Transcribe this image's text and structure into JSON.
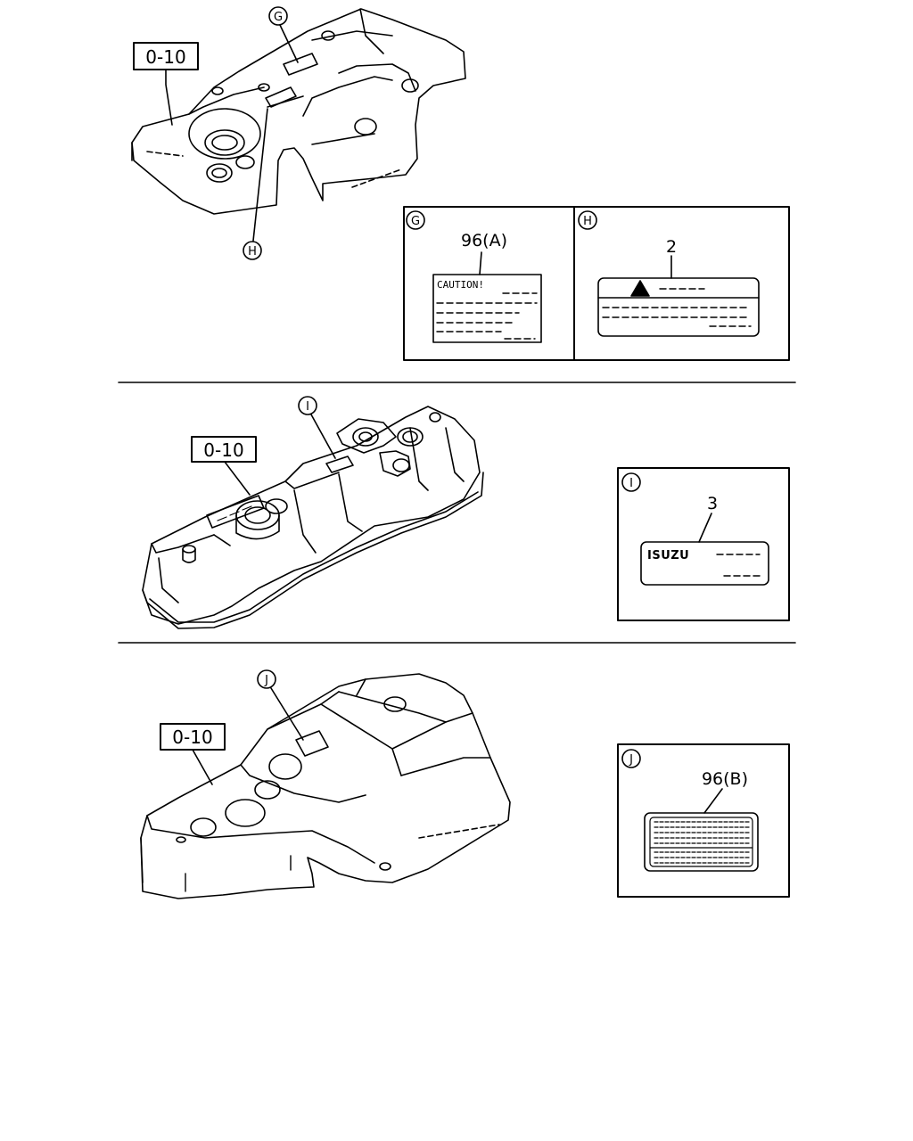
{
  "sections": [
    {
      "part_ref": "0-10",
      "callouts": [
        "G",
        "H"
      ],
      "details": [
        {
          "marker": "G",
          "part_no": "96(A)",
          "label_text": "CAUTION!"
        },
        {
          "marker": "H",
          "part_no": "2"
        }
      ]
    },
    {
      "part_ref": "0-10",
      "callouts": [
        "I"
      ],
      "details": [
        {
          "marker": "I",
          "part_no": "3",
          "label_text": "ISUZU"
        }
      ]
    },
    {
      "part_ref": "0-10",
      "callouts": [
        "J"
      ],
      "details": [
        {
          "marker": "J",
          "part_no": "96(B)"
        }
      ]
    }
  ]
}
